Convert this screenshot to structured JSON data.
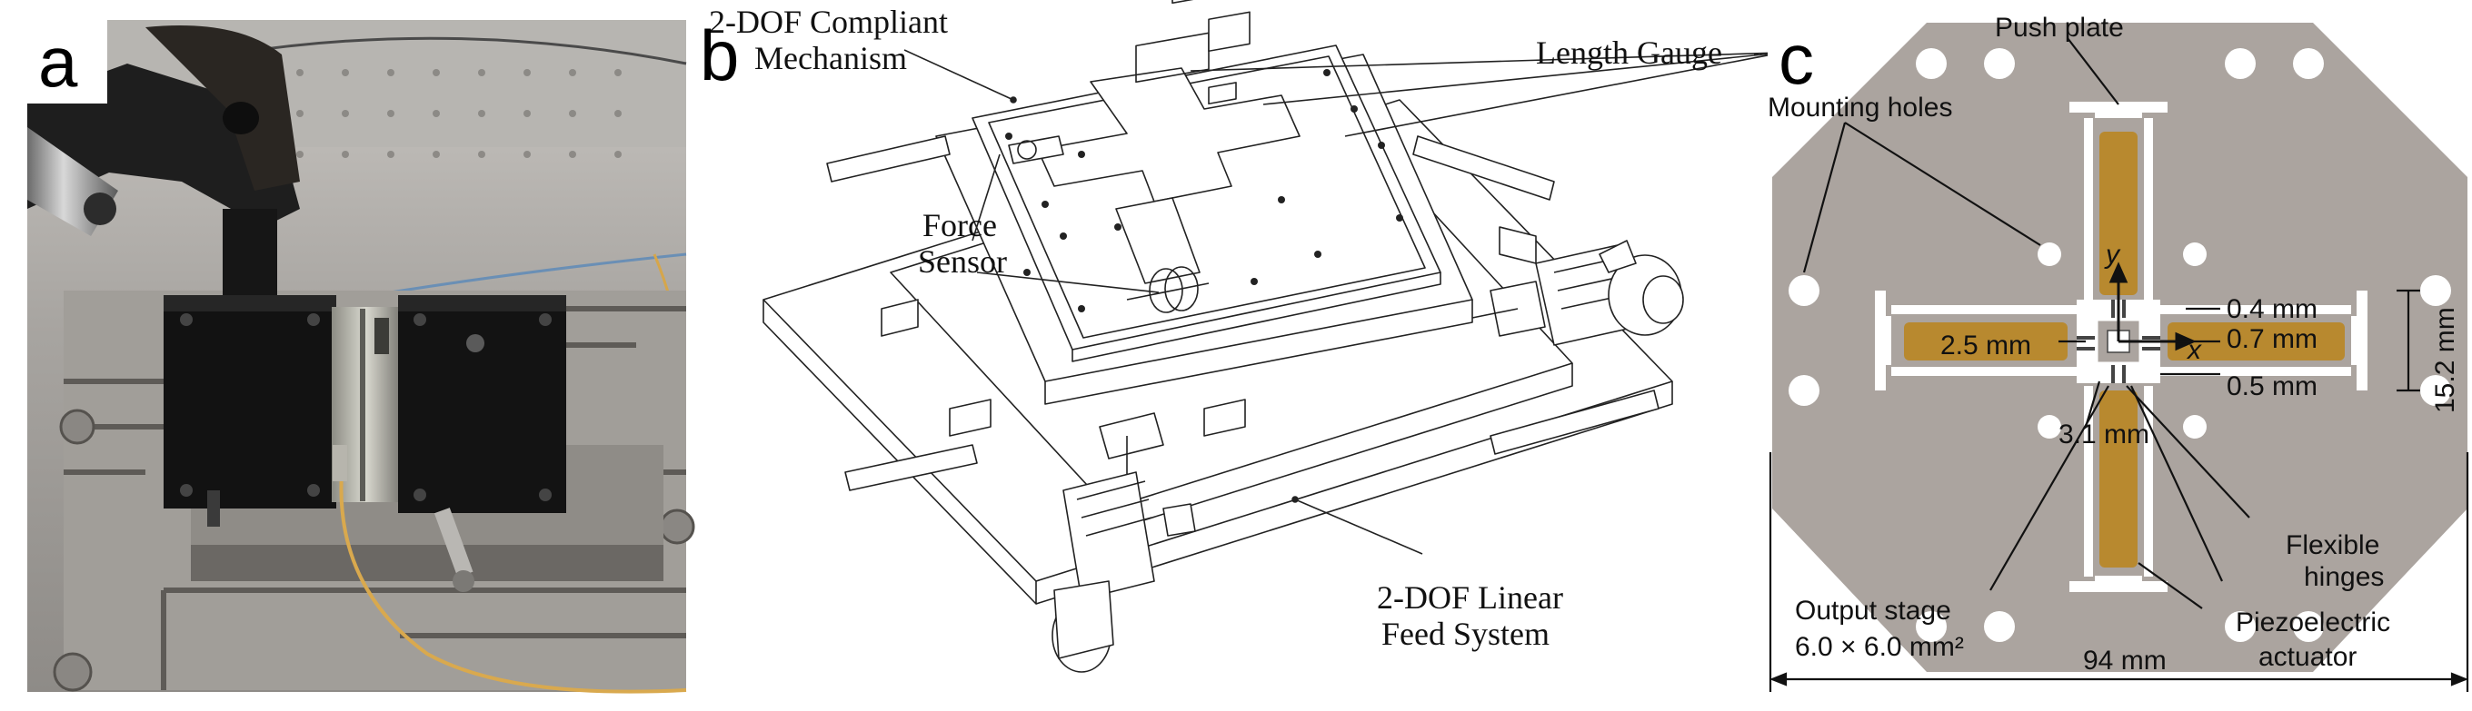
{
  "panels": {
    "a": {
      "letter": "a"
    },
    "b": {
      "letter": "b",
      "labels": {
        "compliant_line1": "2-DOF Compliant",
        "compliant_line2": "Mechanism",
        "length_gauge": "Length Gauge",
        "force_line1": "Force",
        "force_line2": "Sensor",
        "feed_line1": "2-DOF Linear",
        "feed_line2": "Feed System"
      }
    },
    "c": {
      "letter": "c",
      "labels": {
        "push_plate": "Push plate",
        "mounting_holes": "Mounting holes",
        "y_axis": "y",
        "x_axis": "x",
        "dim_04": "0.4 mm",
        "dim_07": "0.7 mm",
        "dim_25": "2.5 mm",
        "dim_05": "0.5 mm",
        "dim_152": "15.2 mm",
        "dim_31": "3.1 mm",
        "flexible_line1": "Flexible",
        "flexible_line2": "hinges",
        "output_line1": "Output stage",
        "output_line2": "6.0 × 6.0 mm²",
        "piezo_line1": "Piezoelectric",
        "piezo_line2": "actuator",
        "dim_94": "94 mm"
      }
    }
  },
  "colors": {
    "plate_gray": "#aba49f",
    "actuator_gold": "#b8892f",
    "photo_black": "#141414",
    "photo_table": "#9a9793"
  }
}
